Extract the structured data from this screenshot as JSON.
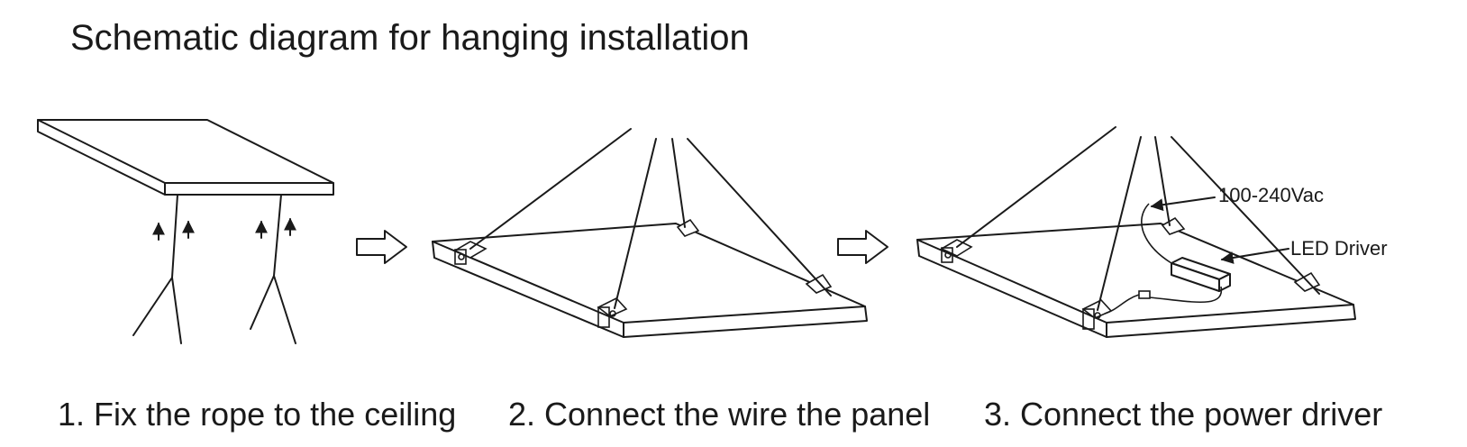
{
  "title": "Schematic diagram for hanging installation",
  "steps": [
    {
      "label": "1. Fix the rope to the ceiling"
    },
    {
      "label": "2. Connect the wire the panel"
    },
    {
      "label": "3. Connect the power driver"
    }
  ],
  "callouts": {
    "voltage": "100-240Vac",
    "driver": "LED Driver"
  }
}
